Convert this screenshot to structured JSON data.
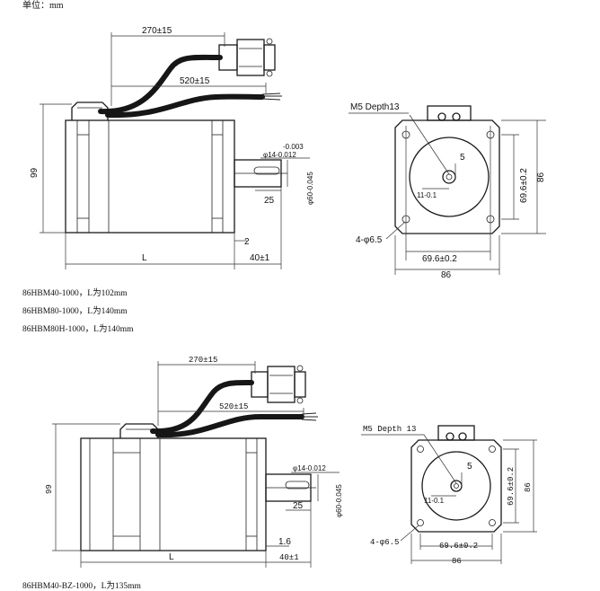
{
  "header": {
    "unit_label": "单位：mm"
  },
  "top_drawing": {
    "dim_cable1": "270±15",
    "dim_cable2": "520±15",
    "dim_height": "99",
    "dim_tol_upper": "-0.003",
    "dim_shaft": "φ14-0.012",
    "dim_pilot": "φ60-0.045",
    "dim_key": "25",
    "dim_step": "2",
    "dim_length": "L",
    "dim_shaft_len": "40±1",
    "front_thread": "M5 Depth13",
    "front_dim_5": "5",
    "front_dim_11": "11-0.1",
    "front_bolt_holes": "4-φ6.5",
    "front_bolt_pitch_h": "69.6±0.2",
    "front_bolt_pitch_v": "69.6±0.2",
    "front_width": "86",
    "front_height": "86"
  },
  "models_top": [
    "86HBM40-1000，L为102mm",
    "86HBM80-1000，L为140mm",
    "86HBM80H-1000，L为140mm"
  ],
  "bottom_drawing": {
    "dim_cable1": "270±15",
    "dim_cable2": "520±15",
    "dim_height": "99",
    "dim_shaft": "φ14-0.012",
    "dim_pilot": "φ60-0.045",
    "dim_key": "25",
    "dim_step": "1.6",
    "dim_length": "L",
    "dim_shaft_len": "40±1",
    "front_thread": "M5 Depth 13",
    "front_dim_5": "5",
    "front_dim_11": "11-0.1",
    "front_bolt_holes": "4-φ6.5",
    "front_bolt_pitch_h": "69.6±0.2",
    "front_bolt_pitch_v": "69.6±0.2",
    "front_width": "86",
    "front_height": "86"
  },
  "models_bottom": [
    "86HBM40-BZ-1000，L为135mm"
  ]
}
